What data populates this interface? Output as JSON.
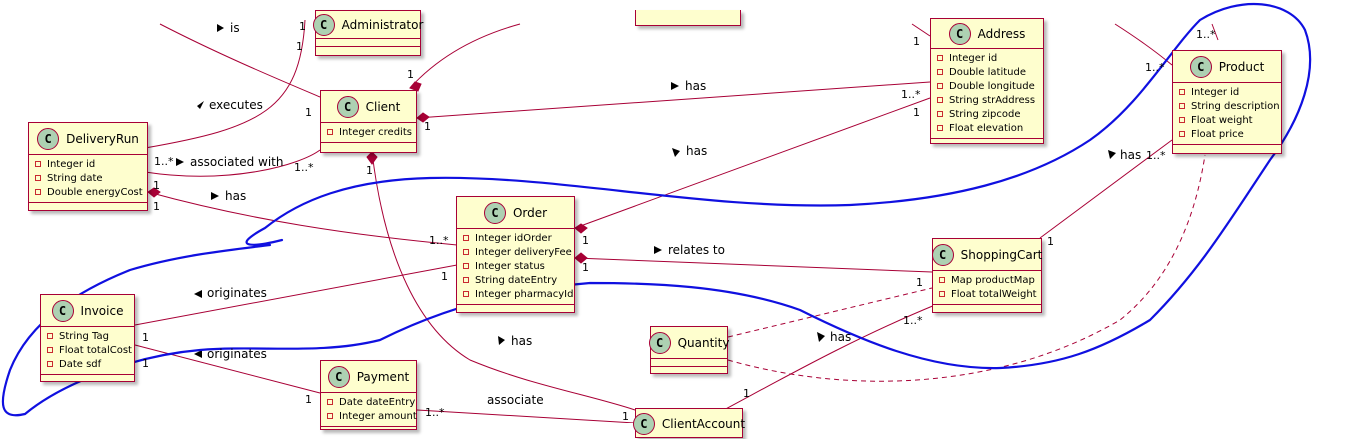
{
  "classes": {
    "administrator": {
      "name": "Administrator",
      "attrs": []
    },
    "client": {
      "name": "Client",
      "attrs": [
        "Integer credits"
      ]
    },
    "address": {
      "name": "Address",
      "attrs": [
        "Integer id",
        "Double latitude",
        "Double longitude",
        "String strAddress",
        "String zipcode",
        "Float elevation"
      ]
    },
    "product": {
      "name": "Product",
      "attrs": [
        "Integer id",
        "String description",
        "Float weight",
        "Float price"
      ]
    },
    "deliveryrun": {
      "name": "DeliveryRun",
      "attrs": [
        "Integer id",
        "String date",
        "Double energyCost"
      ]
    },
    "order": {
      "name": "Order",
      "attrs": [
        "Integer idOrder",
        "Integer deliveryFee",
        "Integer status",
        "String dateEntry",
        "Integer pharmacyId"
      ]
    },
    "shoppingcart": {
      "name": "ShoppingCart",
      "attrs": [
        "Map productMap",
        "Float totalWeight"
      ]
    },
    "invoice": {
      "name": "Invoice",
      "attrs": [
        "String Tag",
        "Float totalCost",
        "Date sdf"
      ]
    },
    "quantity": {
      "name": "Quantity",
      "attrs": []
    },
    "payment": {
      "name": "Payment",
      "attrs": [
        "Date dateEntry",
        "Integer amount"
      ]
    },
    "clientaccount": {
      "name": "ClientAccount",
      "attrs": []
    }
  },
  "relations": {
    "is": "is",
    "executes": "executes",
    "associated_with": "associated with",
    "has_client_address": "has",
    "has_order_address": "has",
    "has_cart_product": "has",
    "has_run_order": "has",
    "relates_to": "relates to",
    "originates_order": "originates",
    "originates_payment": "originates",
    "has_client_account": "has",
    "has_cart_account": "has",
    "associate": "associate"
  },
  "multiplicities": {
    "is_top": "1",
    "admin_left": "1",
    "client_top_left": "1",
    "client_is_end": "1",
    "address_left": "1",
    "address_has1": "1..*",
    "address_has2": "1",
    "client_right": "1",
    "product_top": "1..*",
    "product_left": "1..*",
    "cart_has": "1..*",
    "run_right": "1..*",
    "client_assoc": "1..*",
    "client_bottom": "1",
    "run_has1": "1",
    "run_has2": "1",
    "order_left": "1..*",
    "order_left2": "1",
    "order_right1": "1",
    "order_right2": "1",
    "cart_left1": "1",
    "cart_left2": "1..*",
    "cart_right": "1",
    "invoice_r1": "1",
    "invoice_r2": "1",
    "payment_left": "1",
    "payment_right": "1..*",
    "account_left": "1",
    "account_top": "1"
  },
  "colors": {
    "border": "#A80036",
    "fill": "#FEFECE",
    "badge": "#ADD1B2",
    "annotation": "#1010E0"
  }
}
